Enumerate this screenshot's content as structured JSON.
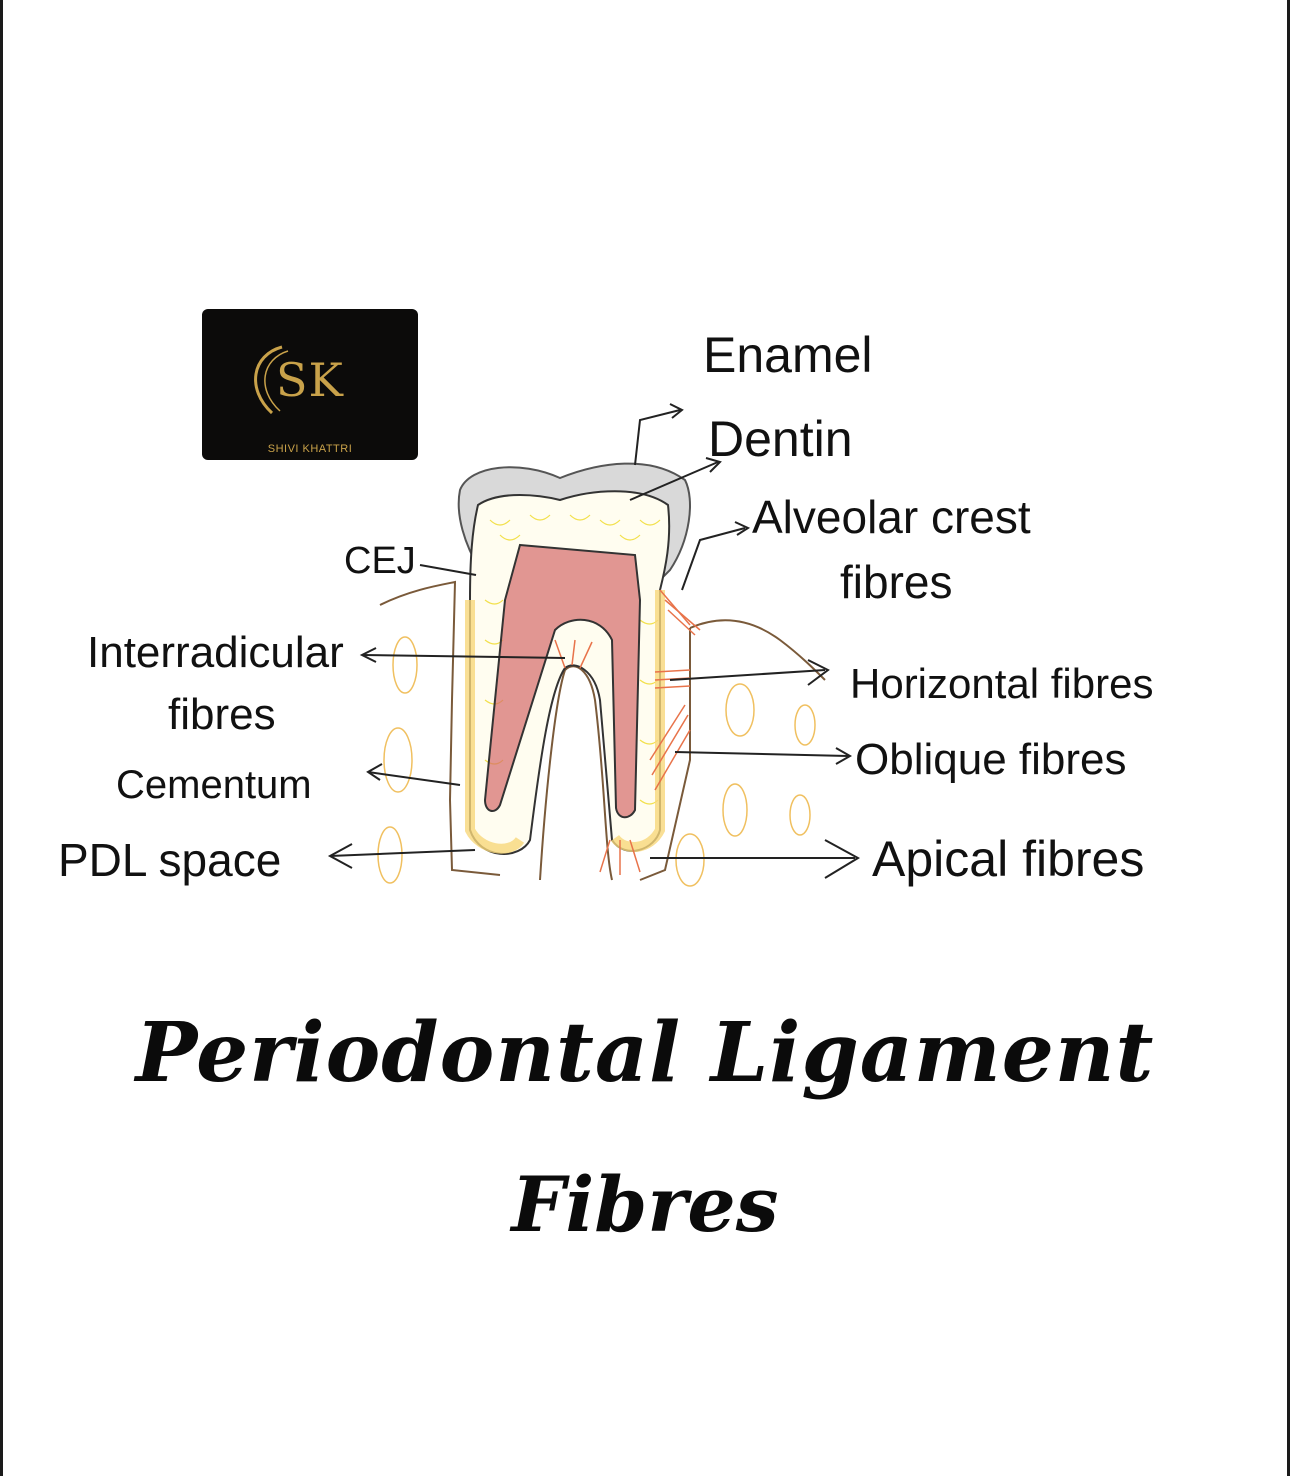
{
  "logo": {
    "monogram": "SK",
    "name": "SHIVI KHATTRI"
  },
  "labels": {
    "enamel": "Enamel",
    "dentin": "Dentin",
    "alveolar_crest_line1": "Alveolar crest",
    "alveolar_crest_line2": "fibres",
    "cej": "CEJ",
    "interradicular_line1": "Interradicular",
    "interradicular_line2": "fibres",
    "horizontal": "Horizontal  fibres",
    "oblique": "Oblique fibres",
    "cementum": "Cementum",
    "pdl_space": "PDL space",
    "apical": "Apical fibres"
  },
  "title": {
    "line1": "Periodontal Ligament",
    "line2": "Fibres"
  },
  "colors": {
    "enamel": "#d9d9d9",
    "dentin_lines": "#f2e04a",
    "pulp": "#d46a6a",
    "cementum": "#f7d77a",
    "fibres": "#e8734a",
    "bone": "#7a5a3a",
    "logo_gold": "#c9a24a"
  }
}
